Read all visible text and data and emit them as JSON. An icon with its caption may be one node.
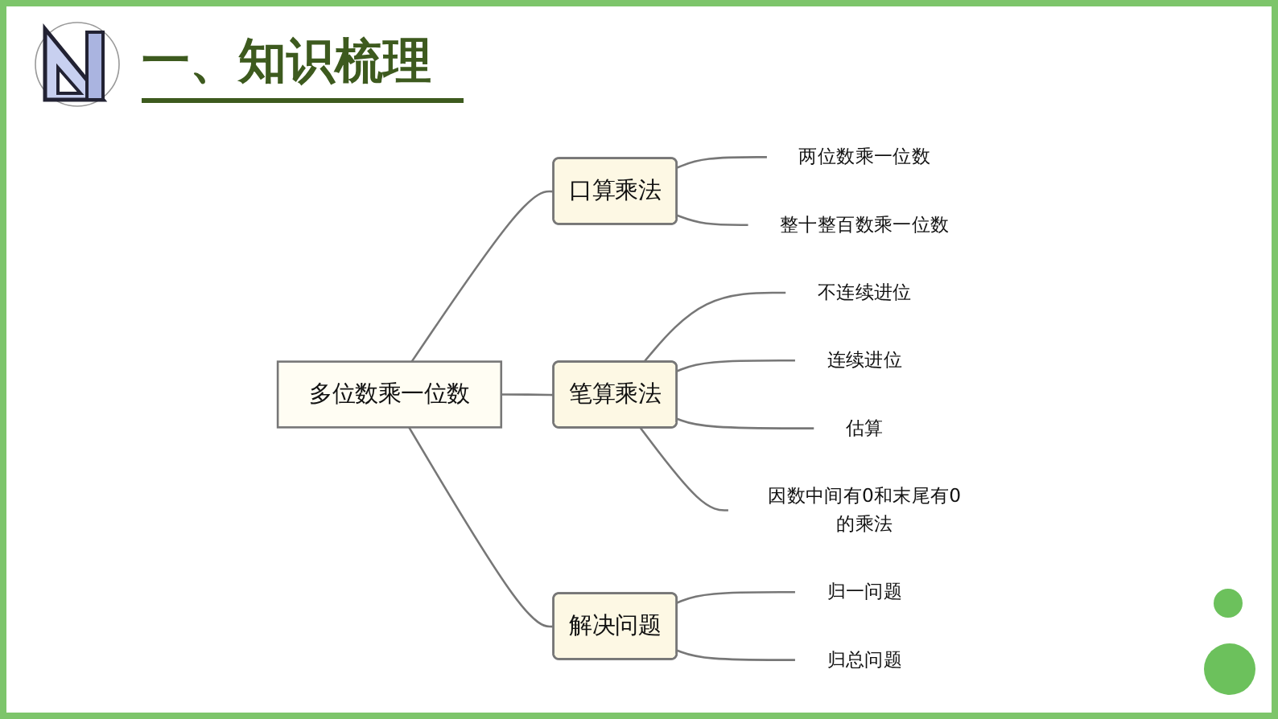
{
  "diagram": {
    "title": "一、知识梳理",
    "nodes": [
      {
        "text": [
          "多位数乘一位数"
        ]
      },
      {
        "text": [
          "口算乘法"
        ]
      },
      {
        "text": [
          "两位数乘一位数"
        ]
      },
      {
        "text": [
          "整十整百数乘一位数"
        ]
      },
      {
        "text": [
          "笔算乘法"
        ]
      },
      {
        "text": [
          "不连续进位"
        ]
      },
      {
        "text": [
          "连续进位"
        ]
      },
      {
        "text": [
          "估算"
        ]
      },
      {
        "text": [
          "因数中间有0和末尾有0的乘法"
        ]
      },
      {
        "text": [
          "解决问题"
        ]
      },
      {
        "text": [
          "归一问题"
        ]
      },
      {
        "text": [
          "归总问题"
        ]
      }
    ],
    "edges": [
      {
        "from": 0,
        "to": 1,
        "arrow": "none"
      },
      {
        "from": 0,
        "to": 4,
        "arrow": "none"
      },
      {
        "from": 0,
        "to": 9,
        "arrow": "none"
      },
      {
        "from": 1,
        "to": 2,
        "arrow": "none"
      },
      {
        "from": 1,
        "to": 3,
        "arrow": "none"
      },
      {
        "from": 4,
        "to": 5,
        "arrow": "none"
      },
      {
        "from": 4,
        "to": 6,
        "arrow": "none"
      },
      {
        "from": 4,
        "to": 7,
        "arrow": "none"
      },
      {
        "from": 4,
        "to": 8,
        "arrow": "none"
      },
      {
        "from": 9,
        "to": 10,
        "arrow": "none"
      },
      {
        "from": 9,
        "to": 11,
        "arrow": "none"
      }
    ]
  }
}
